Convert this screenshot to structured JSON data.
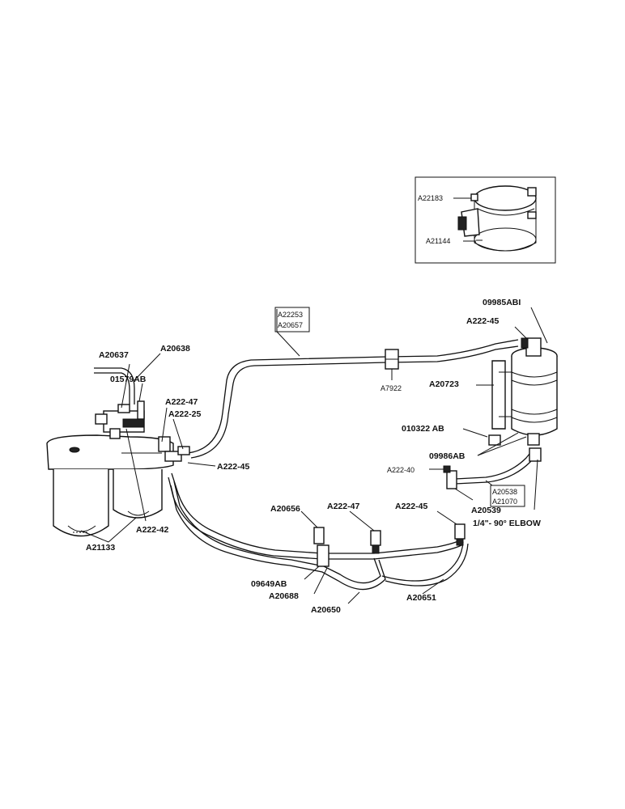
{
  "labels": {
    "A22183": "A22183",
    "A21144": "A21144",
    "A22253": "A22253",
    "A20657": "A20657",
    "09985ABI": "09985ABI",
    "A222_45_top": "A222-45",
    "A20637": "A20637",
    "A20638": "A20638",
    "A7922": "A7922",
    "A20723": "A20723",
    "01579AB": "01579AB",
    "A222_47_left": "A222-47",
    "A222_25": "A222-25",
    "010322AB": "010322 AB",
    "A222_45_mid": "A222-45",
    "09986AB": "09986AB",
    "A222_40": "A222-40",
    "A20538": "A20538",
    "A21070": "A21070",
    "A20656": "A20656",
    "A222_47_mid": "A222-47",
    "A222_45_right": "A222-45",
    "A20539": "A20539",
    "elbow": "1/4\"- 90° ELBOW",
    "A222_42": "A222-42",
    "A21133": "A21133",
    "09649AB": "09649AB",
    "A20688": "A20688",
    "A20651": "A20651",
    "A20650": "A20650"
  }
}
